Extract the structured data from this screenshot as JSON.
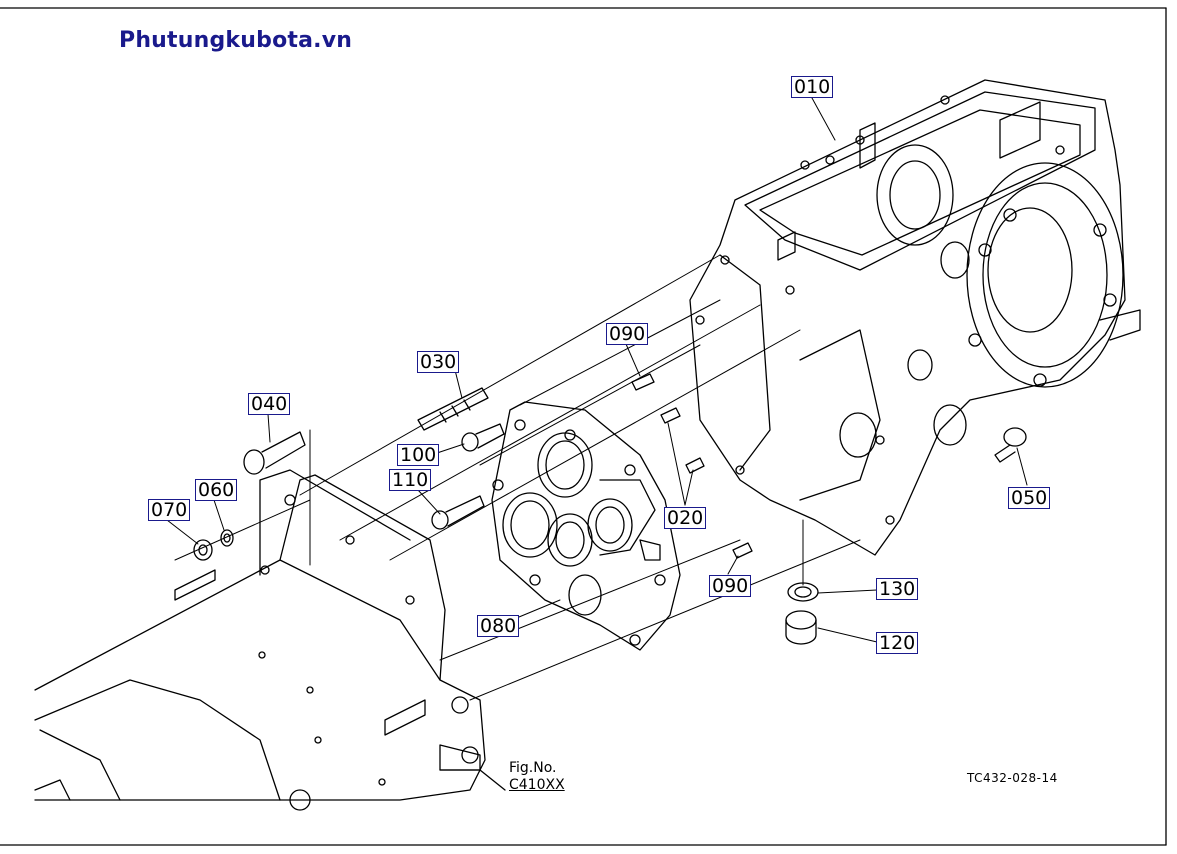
{
  "site_title": "Phutungkubota.vn",
  "figure": {
    "label_line1": "Fig.No.",
    "label_line2": "C410XX",
    "reference_code": "TC432-028-14"
  },
  "callouts": {
    "p010": "010",
    "p020": "020",
    "p030": "030",
    "p040": "040",
    "p050": "050",
    "p060": "060",
    "p070": "070",
    "p080": "080",
    "p090a": "090",
    "p090b": "090",
    "p100": "100",
    "p110": "110",
    "p120": "120",
    "p130": "130"
  },
  "colors": {
    "callout_border": "#1a1a8c",
    "title": "#1a1a8c",
    "linework": "#000000"
  }
}
